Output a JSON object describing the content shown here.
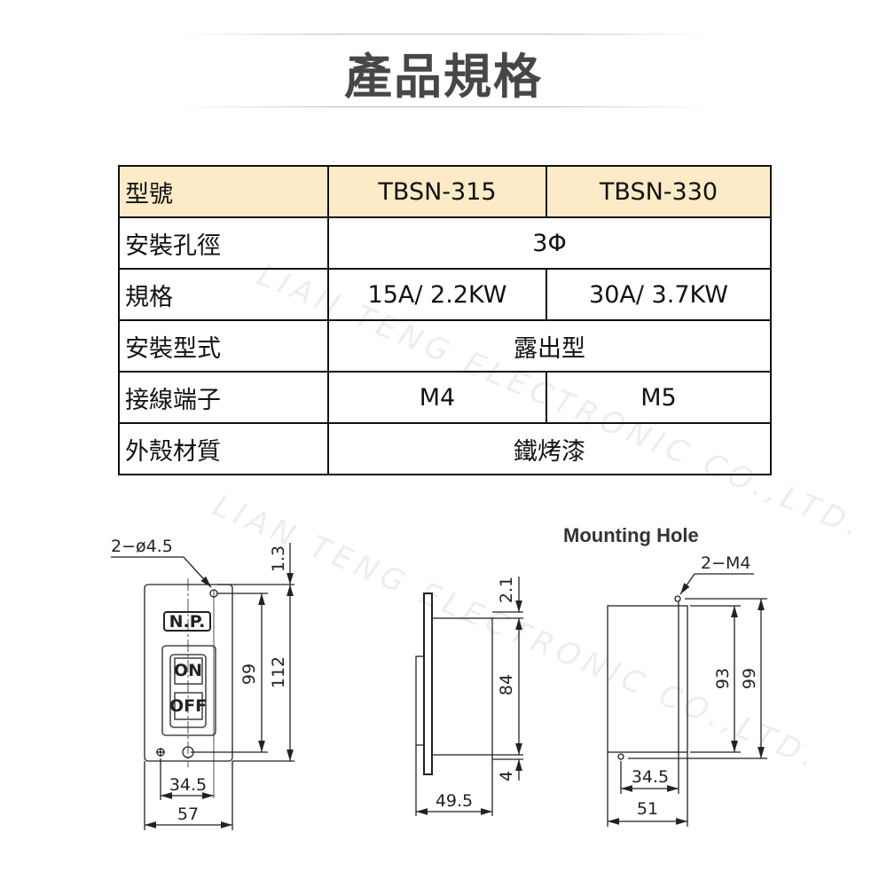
{
  "title": "產品規格",
  "table": {
    "header": {
      "label": "型號",
      "models": [
        "TBSN-315",
        "TBSN-330"
      ]
    },
    "rows": [
      {
        "label": "安裝孔徑",
        "values": [
          "3Φ"
        ]
      },
      {
        "label": "規格",
        "values": [
          "15A/ 2.2KW",
          "30A/ 3.7KW"
        ]
      },
      {
        "label": "安裝型式",
        "values": [
          "露出型"
        ]
      },
      {
        "label": "接線端子",
        "values": [
          "M4",
          "M5"
        ]
      },
      {
        "label": "外殼材質",
        "values": [
          "鐵烤漆"
        ]
      }
    ],
    "header_color": "#fcebc6"
  },
  "watermark": "LIAN TENG ELECTRONIC CO.,LTD.",
  "front_view": {
    "hole_label": "2−ø4.5",
    "nameplate": "N.P.",
    "on_label": "ON",
    "off_label": "OFF",
    "dims": {
      "top_gap": "1.3",
      "hole_pitch": "99",
      "height": "112",
      "hole_spacing": "34.5",
      "width": "57"
    }
  },
  "side_view": {
    "dims": {
      "top": "2.1",
      "body": "84",
      "bottom": "4",
      "depth": "49.5"
    }
  },
  "mounting_hole": {
    "title": "Mounting Hole",
    "hole_label": "2−M4",
    "dims": {
      "cutout_height": "93",
      "hole_pitch": "99",
      "hole_spacing": "34.5",
      "width": "51"
    }
  }
}
